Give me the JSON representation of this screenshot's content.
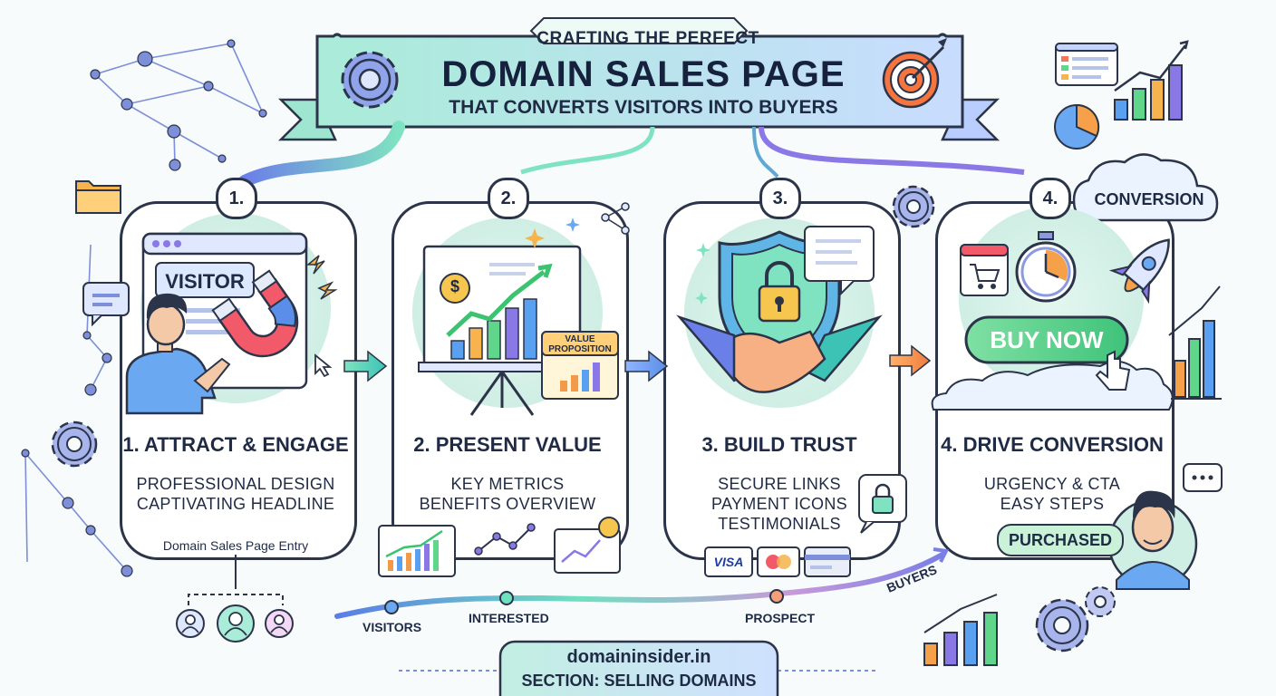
{
  "header": {
    "supertitle": "CRAFTING THE PERFECT",
    "title": "DOMAIN SALES PAGE",
    "subtitle": "THAT CONVERTS VISITORS INTO BUYERS"
  },
  "steps": [
    {
      "badge": "1.",
      "title": "1. ATTRACT & ENGAGE",
      "lines": [
        "PROFESSIONAL DESIGN",
        "CAPTIVATING HEADLINE"
      ],
      "caption": "Domain Sales Page Entry",
      "illustration_label": "VISITOR"
    },
    {
      "badge": "2.",
      "title": "2. PRESENT VALUE",
      "lines": [
        "KEY METRICS",
        "BENEFITS OVERVIEW"
      ],
      "illustration_label_1": "VALUE",
      "illustration_label_2": "PROPOSITION"
    },
    {
      "badge": "3.",
      "title": "3. BUILD TRUST",
      "lines": [
        "SECURE LINKS",
        "PAYMENT ICONS",
        "TESTIMONIALS"
      ],
      "card_label": "VISA"
    },
    {
      "badge": "4.",
      "title": "4. DRIVE CONVERSION",
      "lines": [
        "URGENCY & CTA",
        "EASY STEPS"
      ],
      "cta_label": "BUY NOW",
      "status_label": "PURCHASED"
    }
  ],
  "conversion_cloud": "CONVERSION",
  "funnel": {
    "stages": [
      "VISITORS",
      "INTERESTED",
      "PROSPECT",
      "BUYERS"
    ]
  },
  "footer": {
    "domain": "domaininsider.in",
    "section": "SECTION: SELLING DOMAINS"
  },
  "colors": {
    "outline": "#2b3448",
    "mint": "#7fe3c1",
    "teal": "#3cc3b5",
    "blue": "#6aa8f2",
    "purple": "#8a78e6",
    "orange": "#f39a4a",
    "green_button": "#5fd68a",
    "banner_fill": "#cdeef0"
  },
  "icons": [
    "gear-icon",
    "target-icon",
    "magnet-icon",
    "dollar-icon",
    "shield-lock-icon",
    "handshake-icon",
    "stopwatch-icon",
    "rocket-icon",
    "shopping-cart-icon",
    "lock-icon",
    "chat-icon",
    "folder-icon",
    "cursor-icon",
    "user-icon"
  ]
}
